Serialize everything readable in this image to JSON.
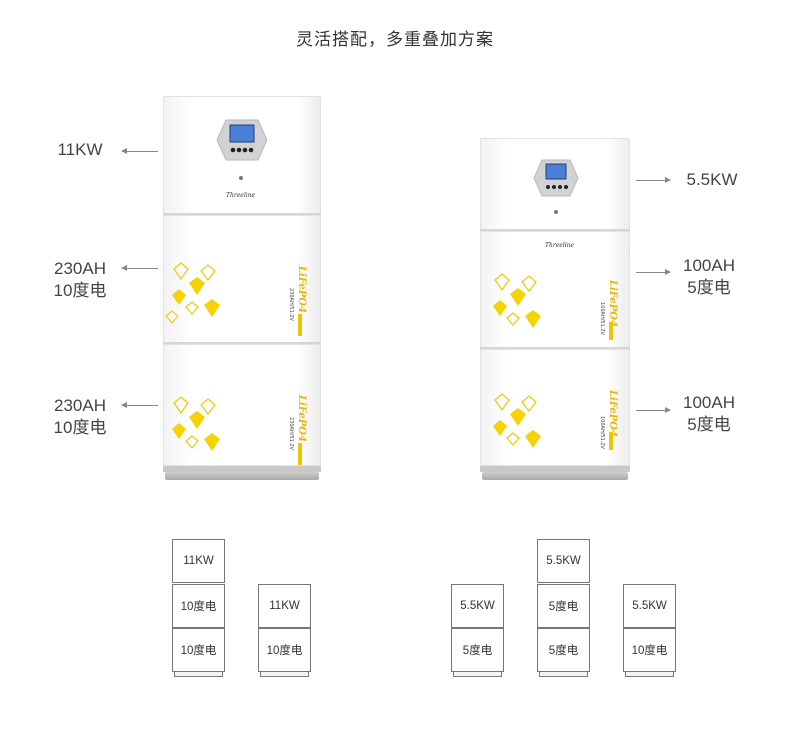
{
  "page_title": "灵活搭配，多重叠加方案",
  "left_stack": {
    "brand": "Threeline",
    "inverter_label": "11KW",
    "battery_labels": [
      {
        "capacity": "230AH",
        "energy": "10度电"
      },
      {
        "capacity": "230AH",
        "energy": "10度电"
      }
    ],
    "battery_chem": "LiFePO4",
    "battery_spec": "230AH/51.2V"
  },
  "right_stack": {
    "brand": "Threeline",
    "inverter_label": "5.5KW",
    "battery_labels": [
      {
        "capacity": "100AH",
        "energy": "5度电"
      },
      {
        "capacity": "100AH",
        "energy": "5度电"
      }
    ],
    "battery_chem": "LiFePO4",
    "battery_spec": "100AH/51.2V"
  },
  "diagrams": {
    "d1": [
      "11KW",
      "10度电",
      "10度电"
    ],
    "d2": [
      "11KW",
      "10度电"
    ],
    "d3": [
      "5.5KW",
      "5度电"
    ],
    "d4": [
      "5.5KW",
      "5度电",
      "5度电"
    ],
    "d5": [
      "5.5KW",
      "10度电"
    ]
  }
}
